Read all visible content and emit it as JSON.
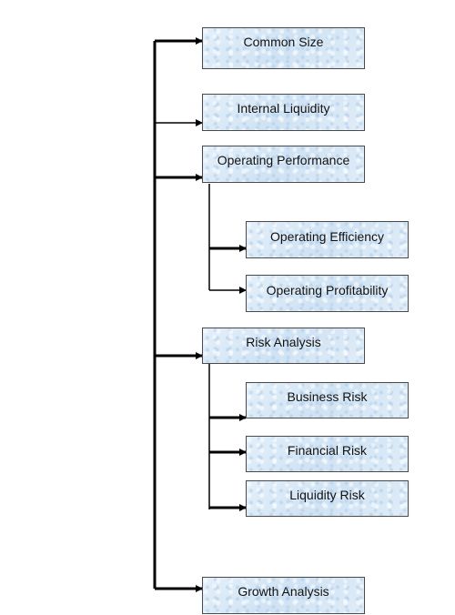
{
  "diagram": {
    "nodes": {
      "common_size": "Common Size",
      "internal_liquidity": "Internal Liquidity",
      "operating_performance": "Operating Performance",
      "operating_efficiency": "Operating Efficiency",
      "operating_profitability": "Operating Profitability",
      "risk_analysis": "Risk Analysis",
      "business_risk": "Business Risk",
      "financial_risk": "Financial Risk",
      "liquidity_risk": "Liquidity Risk",
      "growth_analysis": "Growth Analysis"
    },
    "edges": [
      [
        "root",
        "common_size"
      ],
      [
        "root",
        "internal_liquidity"
      ],
      [
        "root",
        "operating_performance"
      ],
      [
        "operating_performance",
        "operating_efficiency"
      ],
      [
        "operating_performance",
        "operating_profitability"
      ],
      [
        "root",
        "risk_analysis"
      ],
      [
        "risk_analysis",
        "business_risk"
      ],
      [
        "risk_analysis",
        "financial_risk"
      ],
      [
        "risk_analysis",
        "liquidity_risk"
      ],
      [
        "root",
        "growth_analysis"
      ]
    ]
  }
}
